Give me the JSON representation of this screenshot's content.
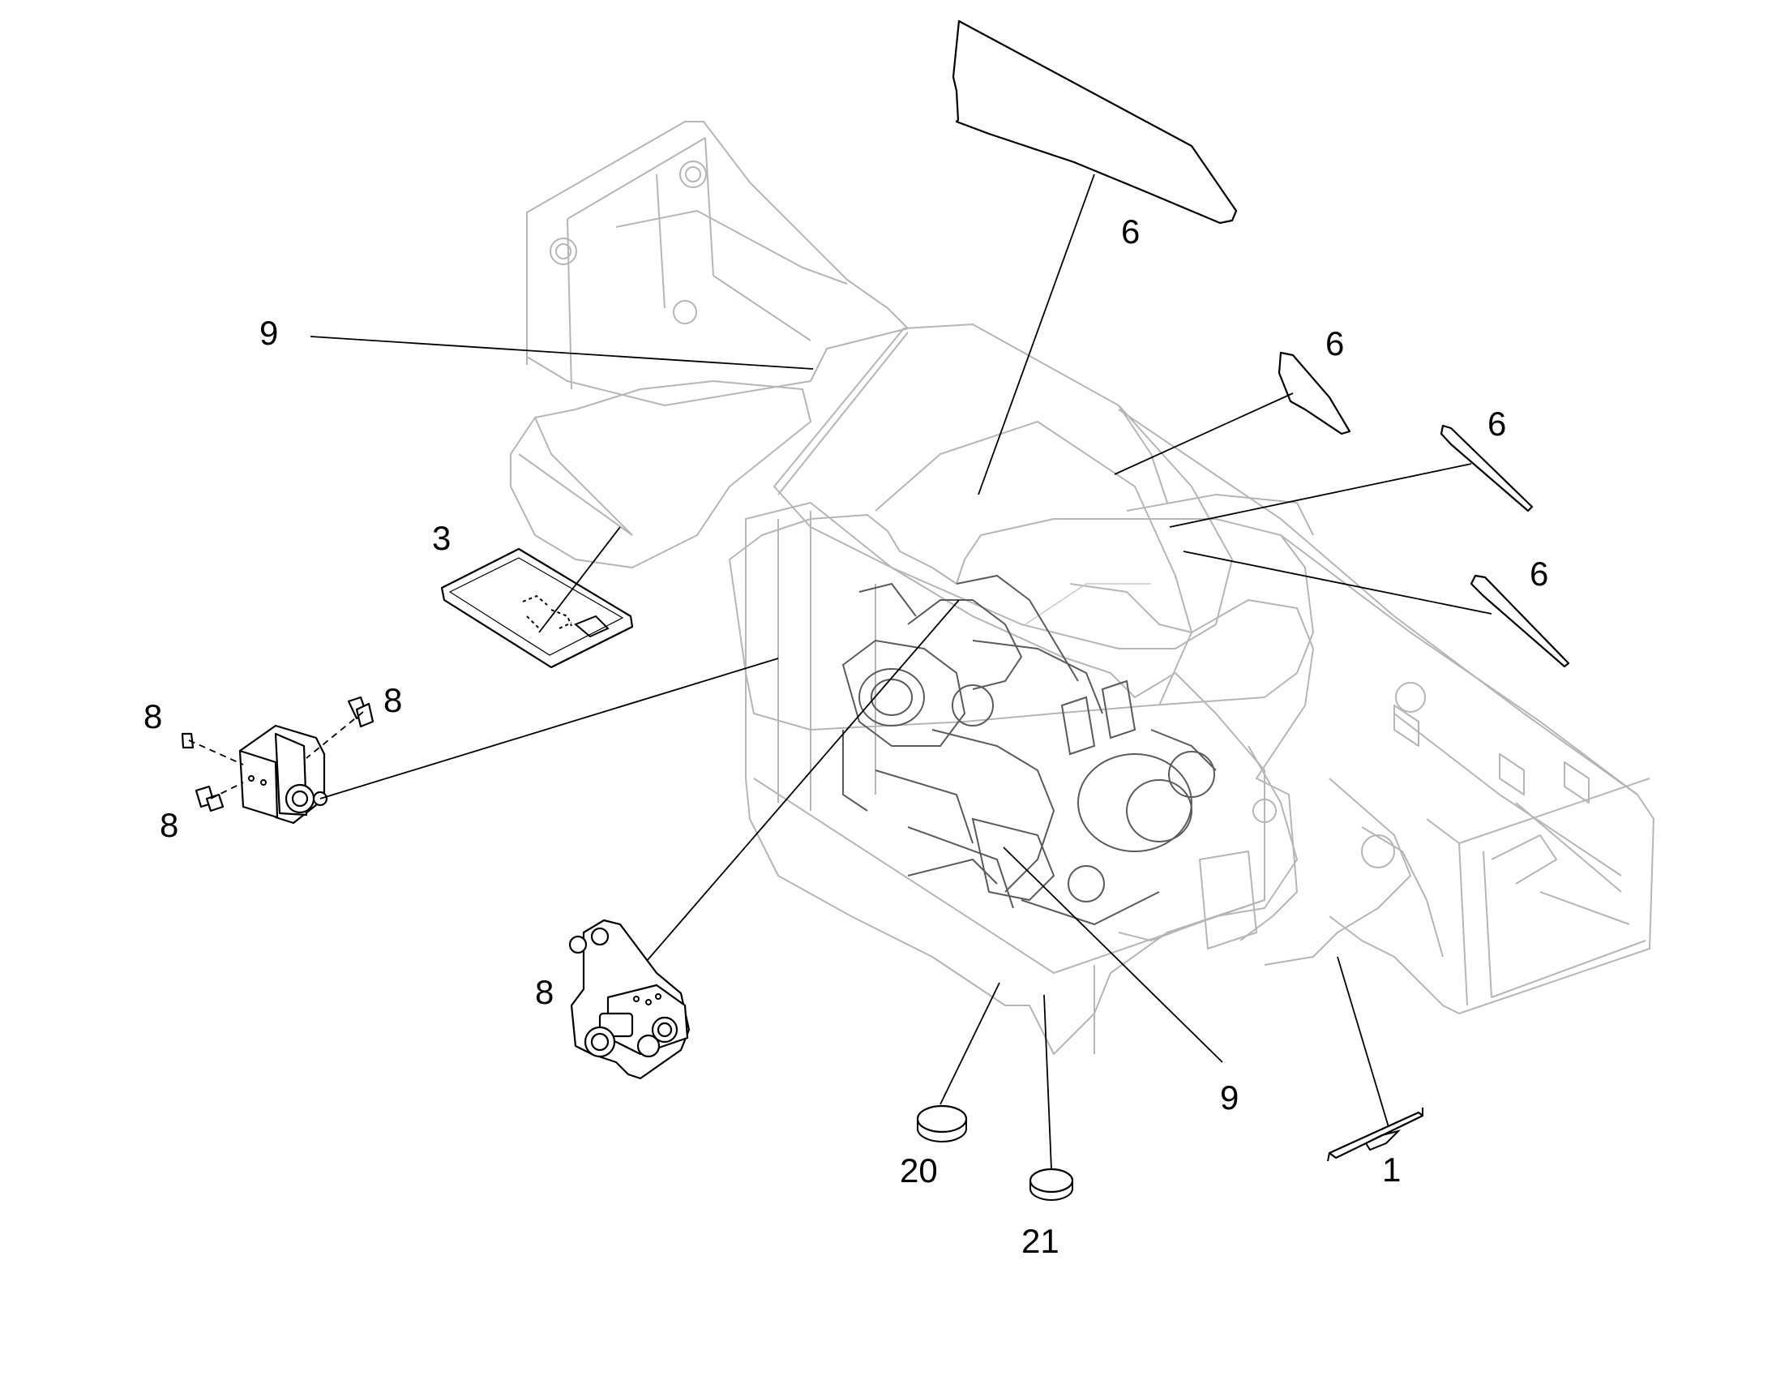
{
  "diagram": {
    "callouts": [
      {
        "id": "c-6-top",
        "text": "6"
      },
      {
        "id": "c-6-a",
        "text": "6"
      },
      {
        "id": "c-6-b",
        "text": "6"
      },
      {
        "id": "c-6-c",
        "text": "6"
      },
      {
        "id": "c-9-top",
        "text": "9"
      },
      {
        "id": "c-3",
        "text": "3"
      },
      {
        "id": "c-8-pump-tl",
        "text": "8"
      },
      {
        "id": "c-8-pump-tr",
        "text": "8"
      },
      {
        "id": "c-8-pump-b",
        "text": "8"
      },
      {
        "id": "c-8-valve",
        "text": "8"
      },
      {
        "id": "c-9-bottom",
        "text": "9"
      },
      {
        "id": "c-20",
        "text": "20"
      },
      {
        "id": "c-21",
        "text": "21"
      },
      {
        "id": "c-1",
        "text": "1"
      }
    ]
  }
}
